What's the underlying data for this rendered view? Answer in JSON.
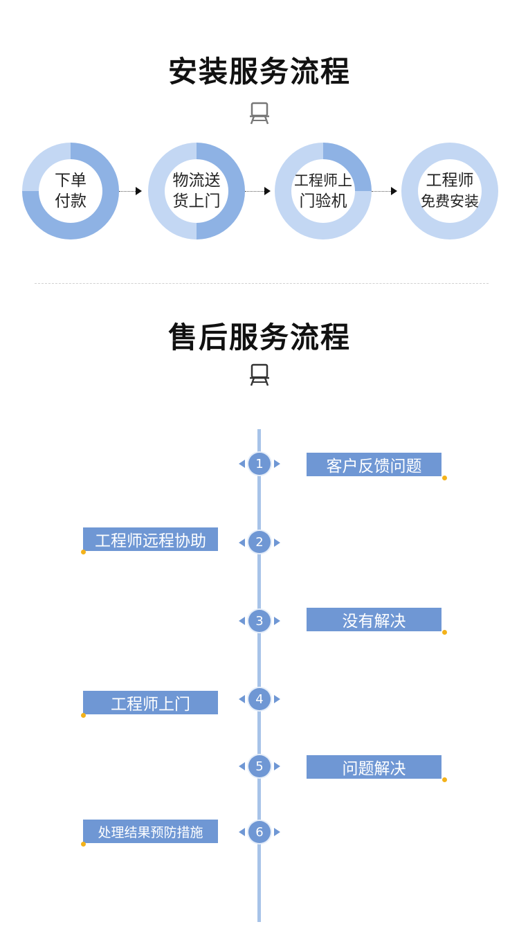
{
  "install": {
    "title": "安装服务流程",
    "icon": "chair-icon",
    "steps": [
      {
        "line1": "下单",
        "line2": "付款",
        "fill_fraction": 0.75
      },
      {
        "line1": "物流送",
        "line2": "货上门",
        "fill_fraction": 0.5
      },
      {
        "line1": "工程师上",
        "line2": "门验机",
        "fill_fraction": 0.25
      },
      {
        "line1": "工程师",
        "line2": "免费安装",
        "fill_fraction": 0
      }
    ],
    "colors": {
      "ring_light": "#c3d7f3",
      "ring_dark": "#8eb2e4"
    }
  },
  "after_sale": {
    "title": "售后服务流程",
    "icon": "chair-icon",
    "steps": [
      {
        "number": "1",
        "label": "客户反馈问题",
        "side": "right"
      },
      {
        "number": "2",
        "label": "工程师远程协助",
        "side": "left"
      },
      {
        "number": "3",
        "label": "没有解决",
        "side": "right"
      },
      {
        "number": "4",
        "label": "工程师上门",
        "side": "left"
      },
      {
        "number": "5",
        "label": "问题解决",
        "side": "right"
      },
      {
        "number": "6",
        "label": "处理结果预防措施",
        "side": "left"
      }
    ],
    "colors": {
      "accent": "#6f97d4",
      "line": "#a7c3e8",
      "dot": "#f3b21a"
    }
  }
}
